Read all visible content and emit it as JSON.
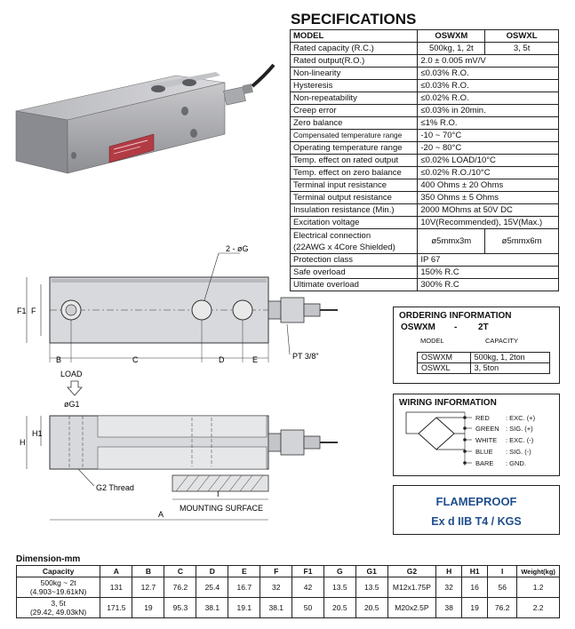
{
  "spec": {
    "title": "SPECIFICATIONS",
    "col_model": "MODEL",
    "col_m1": "OSWXM",
    "col_m2": "OSWXL",
    "rows": [
      {
        "label": "Rated capacity (R.C.)",
        "v1": "500kg, 1, 2t",
        "v2": "3, 5t"
      },
      {
        "label": "Rated output(R.O.)",
        "v": "2.0 ± 0.005 mV/V"
      },
      {
        "label": "Non-linearity",
        "v": "≤0.03% R.O."
      },
      {
        "label": "Hysteresis",
        "v": "≤0.03% R.O."
      },
      {
        "label": "Non-repeatability",
        "v": "≤0.02% R.O."
      },
      {
        "label": "Creep error",
        "v": "≤0.03% in 20min."
      },
      {
        "label": "Zero balance",
        "v": "≤1% R.O."
      },
      {
        "label": "Compensated temperature range",
        "v": "-10 ~ 70°C"
      },
      {
        "label": "Operating temperature range",
        "v": "-20 ~ 80°C"
      },
      {
        "label": "Temp. effect on rated output",
        "v": "≤0.02% LOAD/10°C"
      },
      {
        "label": "Temp. effect on zero balance",
        "v": "≤0.02% R.O./10°C"
      },
      {
        "label": "Terminal input resistance",
        "v": "400 Ohms ± 20 Ohms"
      },
      {
        "label": "Terminal output resistance",
        "v": "350 Ohms ± 5 Ohms"
      },
      {
        "label": "Insulation resistance (Min.)",
        "v": "2000 MOhms at 50V DC"
      },
      {
        "label": "Excitation voltage",
        "v": "10V(Recommended), 15V(Max.)"
      }
    ],
    "elec_label_1": "Electrical connection",
    "elec_label_2": "(22AWG x 4Core Shielded)",
    "elec_v1": "ø5mmx3m",
    "elec_v2": "ø5mmx6m",
    "rows2": [
      {
        "label": "Protection class",
        "v": "IP 67"
      },
      {
        "label": "Safe overload",
        "v": "150% R.C"
      },
      {
        "label": "Ultimate overload",
        "v": "300% R.C"
      }
    ]
  },
  "drawing": {
    "g_label": "2 - øG",
    "f1": "F1",
    "f": "F",
    "b": "B",
    "c": "C",
    "d": "D",
    "e": "E",
    "pt": "PT 3/8\"",
    "load": "LOAD",
    "g1": "øG1",
    "h": "H",
    "h1": "H1",
    "g2": "G2 Thread",
    "i": "I",
    "mount": "MOUNTING SURFACE",
    "a": "A"
  },
  "ordering": {
    "title": "ORDERING INFORMATION",
    "code_model": "OSWXM",
    "dash": "-",
    "code_cap": "2T",
    "model_sub": "MODEL",
    "cap_sub": "CAPACITY",
    "rows": [
      {
        "model": "OSWXM",
        "cap": "500kg, 1, 2ton"
      },
      {
        "model": "OSWXL",
        "cap": "3, 5ton"
      }
    ]
  },
  "wiring": {
    "title": "WIRING INFORMATION",
    "wires": [
      {
        "color": "RED",
        "fn": ":  EXC. (+)"
      },
      {
        "color": "GREEN",
        "fn": ":  SIG. (+)"
      },
      {
        "color": "WHITE",
        "fn": ":  EXC. (-)"
      },
      {
        "color": "BLUE",
        "fn": ":  SIG. (-)"
      },
      {
        "color": "BARE",
        "fn": ":  GND."
      }
    ]
  },
  "flameproof": {
    "line1": "FLAMEPROOF",
    "line2": "Ex d  IIB T4 / KGS",
    "color": "#1f4e8c"
  },
  "dimension": {
    "title": "Dimension-mm",
    "headers": [
      "Capacity",
      "A",
      "B",
      "C",
      "D",
      "E",
      "F",
      "F1",
      "G",
      "G1",
      "G2",
      "H",
      "H1",
      "I",
      "Weight(kg)"
    ],
    "rows": [
      {
        "cap1": "500kg ~ 2t",
        "cap2": "(4.903~19.61kN)",
        "vals": [
          "131",
          "12.7",
          "76.2",
          "25.4",
          "16.7",
          "32",
          "42",
          "13.5",
          "13.5",
          "M12x1.75P",
          "32",
          "16",
          "56",
          "1.2"
        ]
      },
      {
        "cap1": "3, 5t",
        "cap2": "(29.42, 49.03kN)",
        "vals": [
          "171.5",
          "19",
          "95.3",
          "38.1",
          "19.1",
          "38.1",
          "50",
          "20.5",
          "20.5",
          "M20x2.5P",
          "38",
          "19",
          "76.2",
          "2.2"
        ]
      }
    ]
  }
}
